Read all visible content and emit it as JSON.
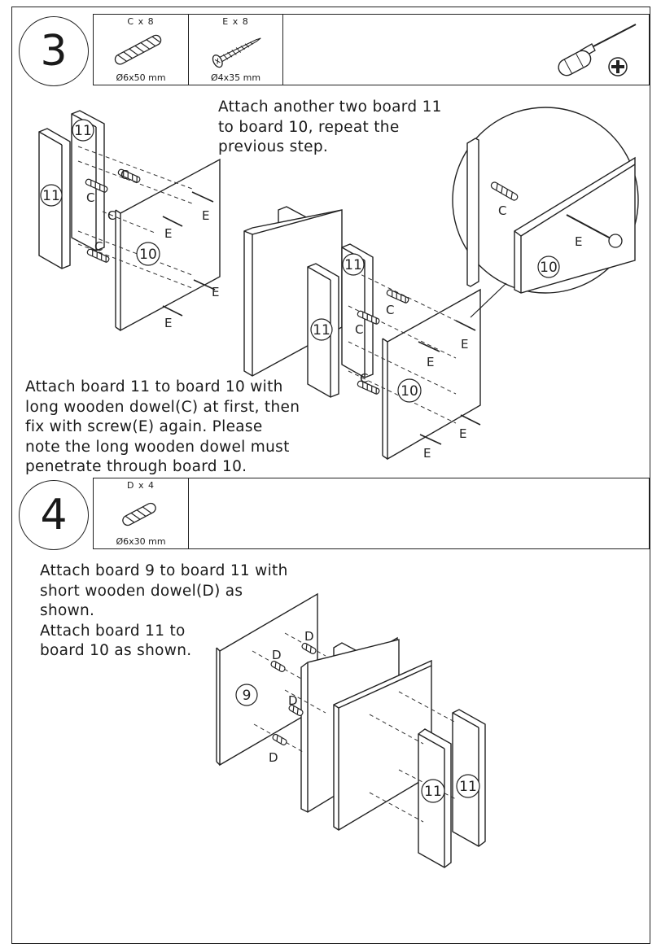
{
  "steps": [
    {
      "number": "3",
      "parts": [
        {
          "qty": "C x 8",
          "size": "Ø6x50 mm",
          "icon": "long-dowel-icon"
        },
        {
          "qty": "E x 8",
          "size": "Ø4x35 mm",
          "icon": "screw-icon"
        }
      ],
      "tool_icon": "phillips-screwdriver-icon",
      "texts": {
        "top": "Attach another two board 11\nto board 10, repeat the\nprevious step.",
        "bottom": "Attach board 11 to board 10 with\nlong wooden dowel(C) at first, then\nfix with screw(E) again. Please\nnote the long wooden dowel must\npenetrate through board 10."
      },
      "labels": {
        "board11": "11",
        "board10": "10",
        "dowel": "C",
        "screw": "E"
      }
    },
    {
      "number": "4",
      "parts": [
        {
          "qty": "D x 4",
          "size": "Ø6x30 mm",
          "icon": "short-dowel-icon"
        }
      ],
      "texts": {
        "main": "Attach board 9 to board 11 with\nshort wooden dowel(D) as\nshown.\nAttach board 11 to\nboard 10 as shown."
      },
      "labels": {
        "board9": "9",
        "board11": "11",
        "dowel": "D"
      }
    }
  ]
}
